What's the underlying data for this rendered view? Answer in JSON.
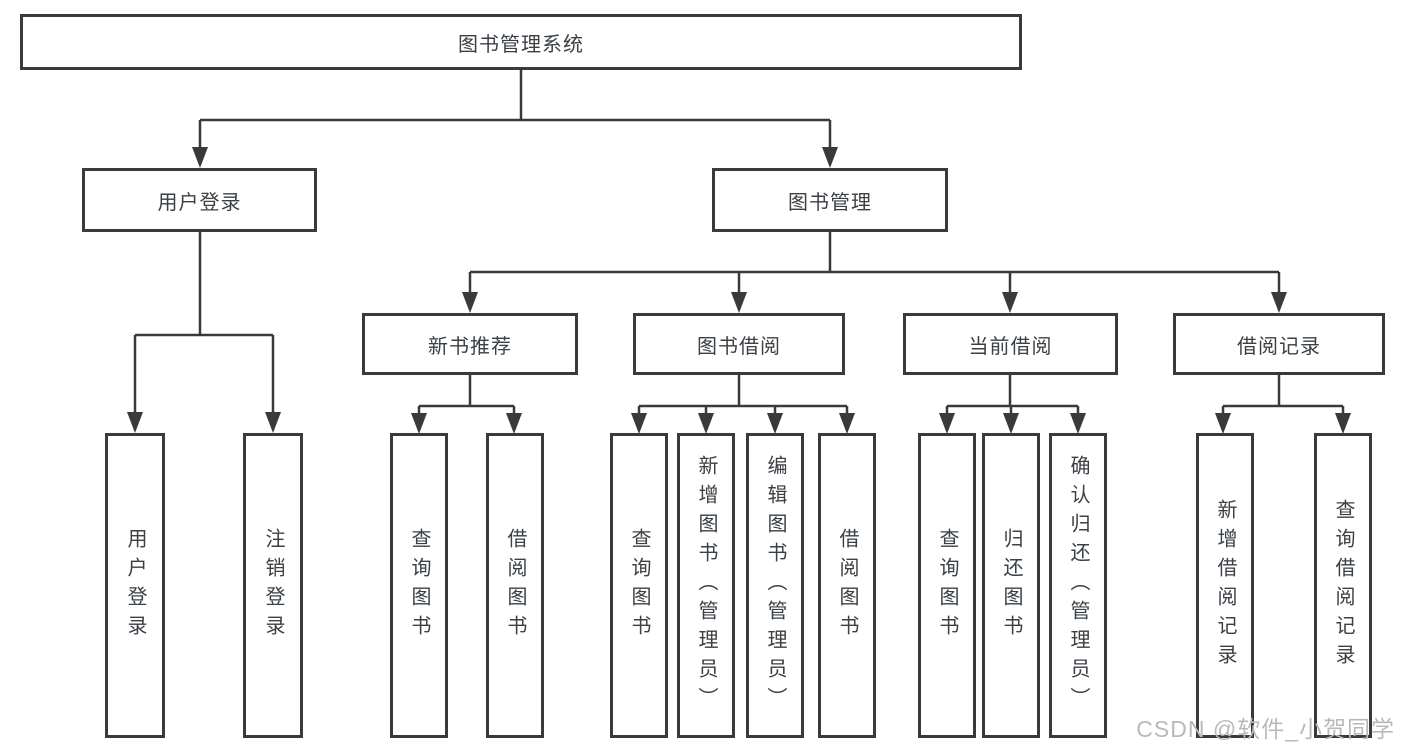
{
  "nodes": {
    "root": "图书管理系统",
    "level2": [
      "用户登录",
      "图书管理"
    ],
    "level3": [
      "新书推荐",
      "图书借阅",
      "当前借阅",
      "借阅记录"
    ],
    "leaves": [
      "用户登录",
      "注销登录",
      "查询图书",
      "借阅图书",
      "查询图书",
      "新增图书（管理员）",
      "编辑图书（管理员）",
      "借阅图书",
      "查询图书",
      "归还图书",
      "确认归还（管理员）",
      "新增借阅记录",
      "查询借阅记录"
    ]
  },
  "watermark": "CSDN @软件_小贺同学",
  "colors": {
    "line": "#3a3a3a",
    "text": "#3b4045",
    "watermark": "#b9b9b9",
    "background": "#ffffff"
  }
}
